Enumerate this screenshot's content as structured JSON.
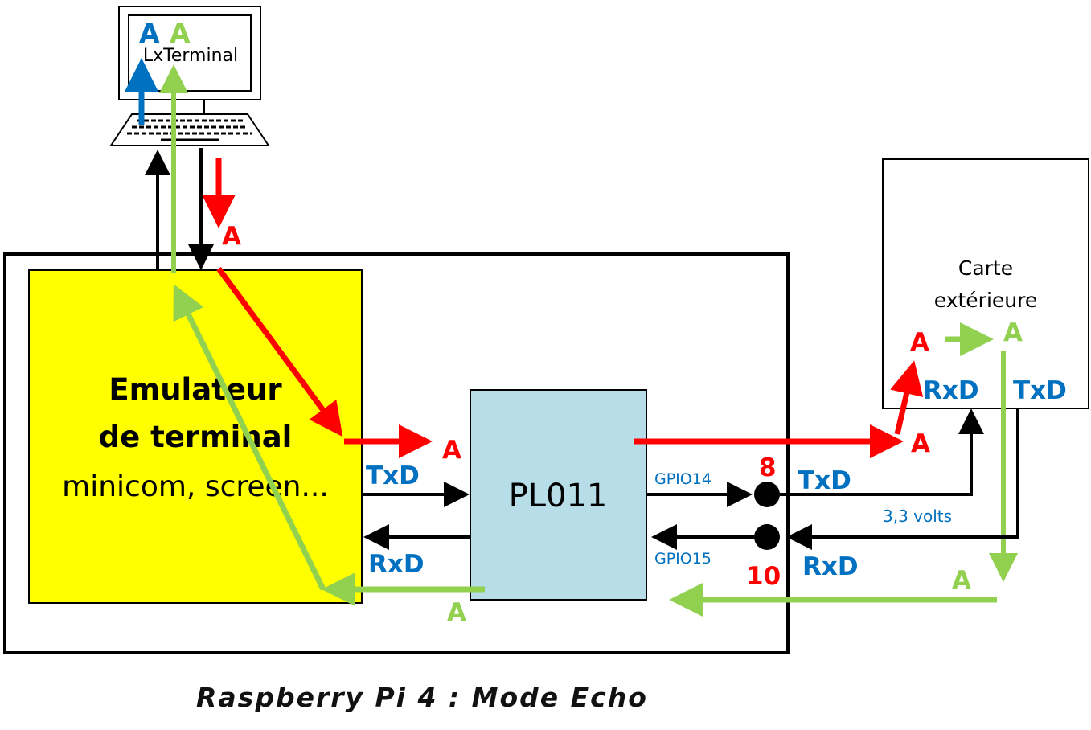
{
  "title": "Raspberry Pi 4 : Mode Echo",
  "computer": {
    "screen_letters": [
      "A",
      "A"
    ],
    "app_label": "LxTerminal"
  },
  "emulator": {
    "line1": "Emulateur",
    "line2": "de terminal",
    "line3": "minicom, screen..."
  },
  "pl011": {
    "label": "PL011"
  },
  "external_board": {
    "line1": "Carte",
    "line2": "extérieure",
    "rxd": "RxD",
    "txd": "TxD"
  },
  "signals": {
    "txd": "TxD",
    "rxd": "RxD",
    "gpio14": "GPIO14",
    "gpio15": "GPIO15",
    "pin_tx": "8",
    "pin_rx": "10",
    "voltage": "3,3 volts",
    "char": "A"
  },
  "colors": {
    "red": "#ff0000",
    "green": "#92d050",
    "blue": "#0070c0",
    "yellow": "#ffff00",
    "pl011_fill": "#b7dde8",
    "black": "#000000"
  }
}
